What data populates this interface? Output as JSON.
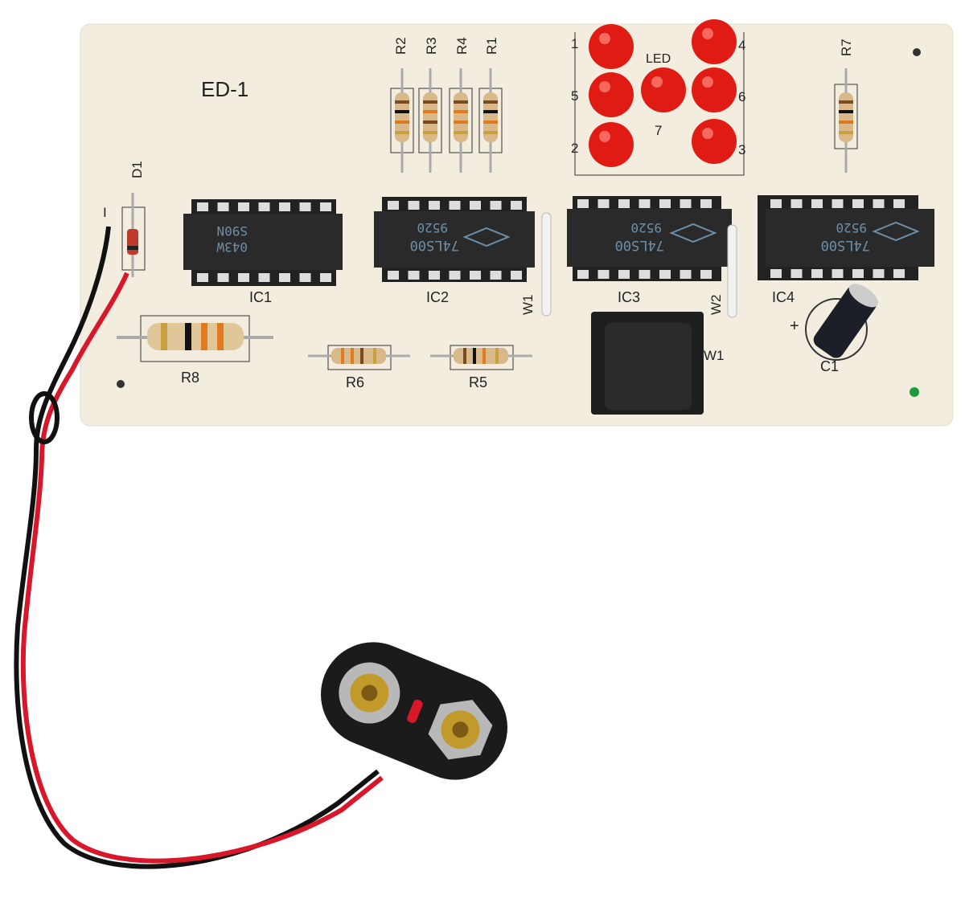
{
  "board": {
    "title": "ED-1",
    "colors": {
      "board": "#f3ede0",
      "led": "#e01b14",
      "chip": "#1e1e1e",
      "wire_red": "#d8182a",
      "wire_black": "#111111"
    },
    "resistor_labels": [
      "R2",
      "R3",
      "R4",
      "R1",
      "R7",
      "R8",
      "R6",
      "R5"
    ],
    "led_label": "LED",
    "led_numbers": [
      "1",
      "4",
      "5",
      "6",
      "7",
      "2",
      "3"
    ],
    "diode_label": "D1",
    "power_mark": "I",
    "ic_labels": [
      "IC1",
      "IC2",
      "IC3",
      "IC4"
    ],
    "ic1_marking": [
      "S90N",
      "043W"
    ],
    "ic_marking": {
      "part": "74LS00",
      "date": "9520"
    },
    "wire_labels": [
      "W1",
      "W2"
    ],
    "switch_label": "W1",
    "capacitor_label": "C1",
    "capacitor_polarity": "+"
  }
}
